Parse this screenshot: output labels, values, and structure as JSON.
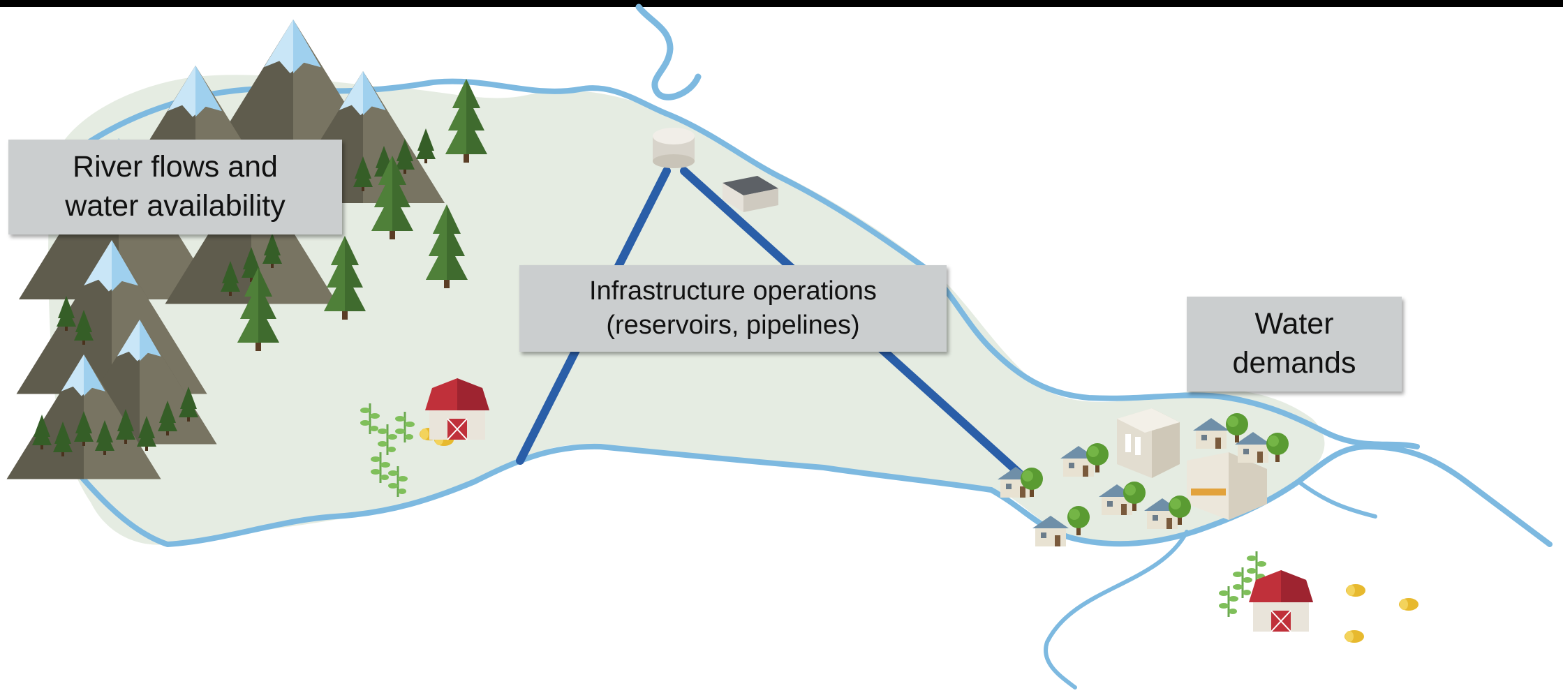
{
  "labels": {
    "river": {
      "line1": "River flows and",
      "line2": "water availability"
    },
    "infrastructure": {
      "line1": "Infrastructure operations",
      "line2": "(reservoirs, pipelines)"
    },
    "demands": {
      "line1": "Water",
      "line2": "demands"
    }
  },
  "colors": {
    "land": "#e5ece2",
    "river": "#7db9e0",
    "pipeline": "#2a5ea8",
    "mountain": "#6e6b5a",
    "snow": "#bfe1f5",
    "tree": "#3f6b2e",
    "barn": "#c0303a",
    "label_bg": "#cbcecf"
  },
  "icons": [
    "mountain-icon",
    "pine-tree-icon",
    "reservoir-tank-icon",
    "treatment-plant-icon",
    "barn-icon",
    "hay-bale-icon",
    "crop-icon",
    "house-icon",
    "building-icon"
  ]
}
